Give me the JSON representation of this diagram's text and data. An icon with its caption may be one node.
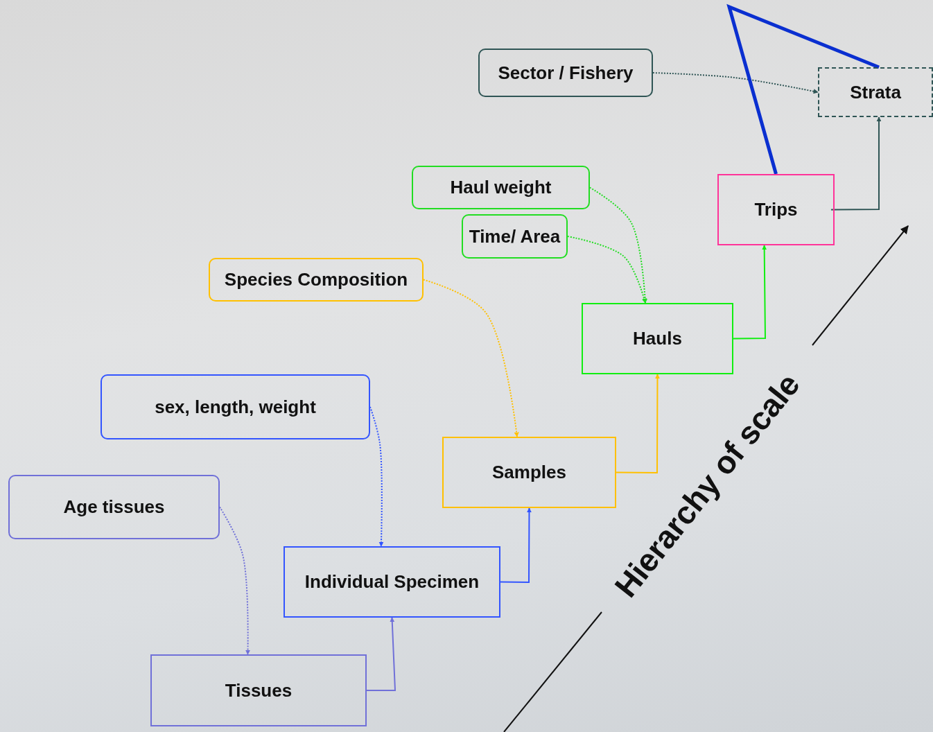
{
  "diagram": {
    "nodes": [
      {
        "text": [
          "Sector / Fishery"
        ]
      },
      {
        "text": [
          "Strata"
        ]
      },
      {
        "text": [
          "Haul weight"
        ]
      },
      {
        "text": [
          "Time/ Area"
        ]
      },
      {
        "text": [
          "Trips"
        ]
      },
      {
        "text": [
          "Species Composition"
        ]
      },
      {
        "text": [
          "Hauls"
        ]
      },
      {
        "text": [
          "sex, length, weight"
        ]
      },
      {
        "text": [
          "Samples"
        ]
      },
      {
        "text": [
          "Age tissues"
        ]
      },
      {
        "text": [
          "Individual Specimen"
        ]
      },
      {
        "text": [
          "Tissues"
        ]
      }
    ],
    "edges": [
      {
        "from": 0,
        "to": 1,
        "arrow": "to",
        "style": "dashed",
        "color": "#2f5555"
      },
      {
        "from": 4,
        "to": 1,
        "arrow": "none",
        "style": "thick",
        "color": "#0a2fd0"
      },
      {
        "from": 2,
        "to": 6,
        "arrow": "to",
        "style": "dashed",
        "color": "#22dd22"
      },
      {
        "from": 3,
        "to": 6,
        "arrow": "to",
        "style": "dashed",
        "color": "#22dd22"
      },
      {
        "from": 4,
        "to": 1,
        "arrow": "to",
        "color": "#2f5555"
      },
      {
        "from": 5,
        "to": 8,
        "arrow": "to",
        "style": "dashed",
        "color": "#ffc000"
      },
      {
        "from": 6,
        "to": 4,
        "arrow": "to",
        "color": "#11ee11"
      },
      {
        "from": 7,
        "to": 10,
        "arrow": "to",
        "style": "dashed",
        "color": "#3355ff"
      },
      {
        "from": 8,
        "to": 6,
        "arrow": "to",
        "color": "#ffc000"
      },
      {
        "from": 9,
        "to": 11,
        "arrow": "to",
        "style": "dashed",
        "color": "#7070d8"
      },
      {
        "from": 10,
        "to": 8,
        "arrow": "to",
        "color": "#3355ff"
      },
      {
        "from": 11,
        "to": 10,
        "arrow": "to",
        "color": "#7070d8"
      }
    ],
    "labels": [
      "Hierarchy of scale"
    ]
  }
}
